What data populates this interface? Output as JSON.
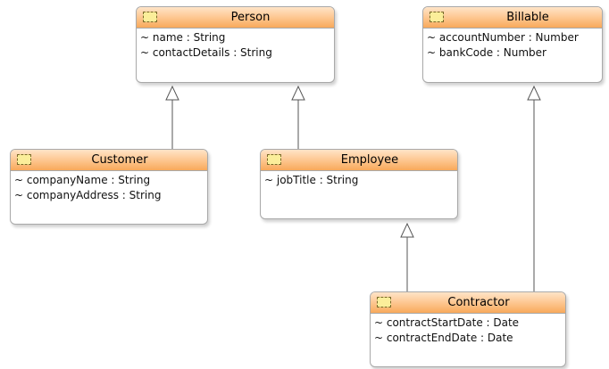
{
  "classes": {
    "person": {
      "name": "Person",
      "attributes": [
        "~ name : String",
        "~ contactDetails : String"
      ]
    },
    "billable": {
      "name": "Billable",
      "attributes": [
        "~ accountNumber : Number",
        "~ bankCode : Number"
      ]
    },
    "customer": {
      "name": "Customer",
      "attributes": [
        "~ companyName : String",
        "~ companyAddress : String"
      ]
    },
    "employee": {
      "name": "Employee",
      "attributes": [
        "~ jobTitle : String"
      ]
    },
    "contractor": {
      "name": "Contractor",
      "attributes": [
        "~ contractStartDate : Date",
        "~ contractEndDate : Date"
      ]
    }
  },
  "relations": [
    {
      "type": "generalization",
      "from": "Customer",
      "to": "Person"
    },
    {
      "type": "generalization",
      "from": "Employee",
      "to": "Person"
    },
    {
      "type": "generalization",
      "from": "Contractor",
      "to": "Employee"
    },
    {
      "type": "generalization",
      "from": "Contractor",
      "to": "Billable"
    }
  ],
  "colors": {
    "header_light": "#ffe4c8",
    "header_dark": "#f8a95b",
    "border": "#a9a9a9",
    "connector": "#555555"
  }
}
